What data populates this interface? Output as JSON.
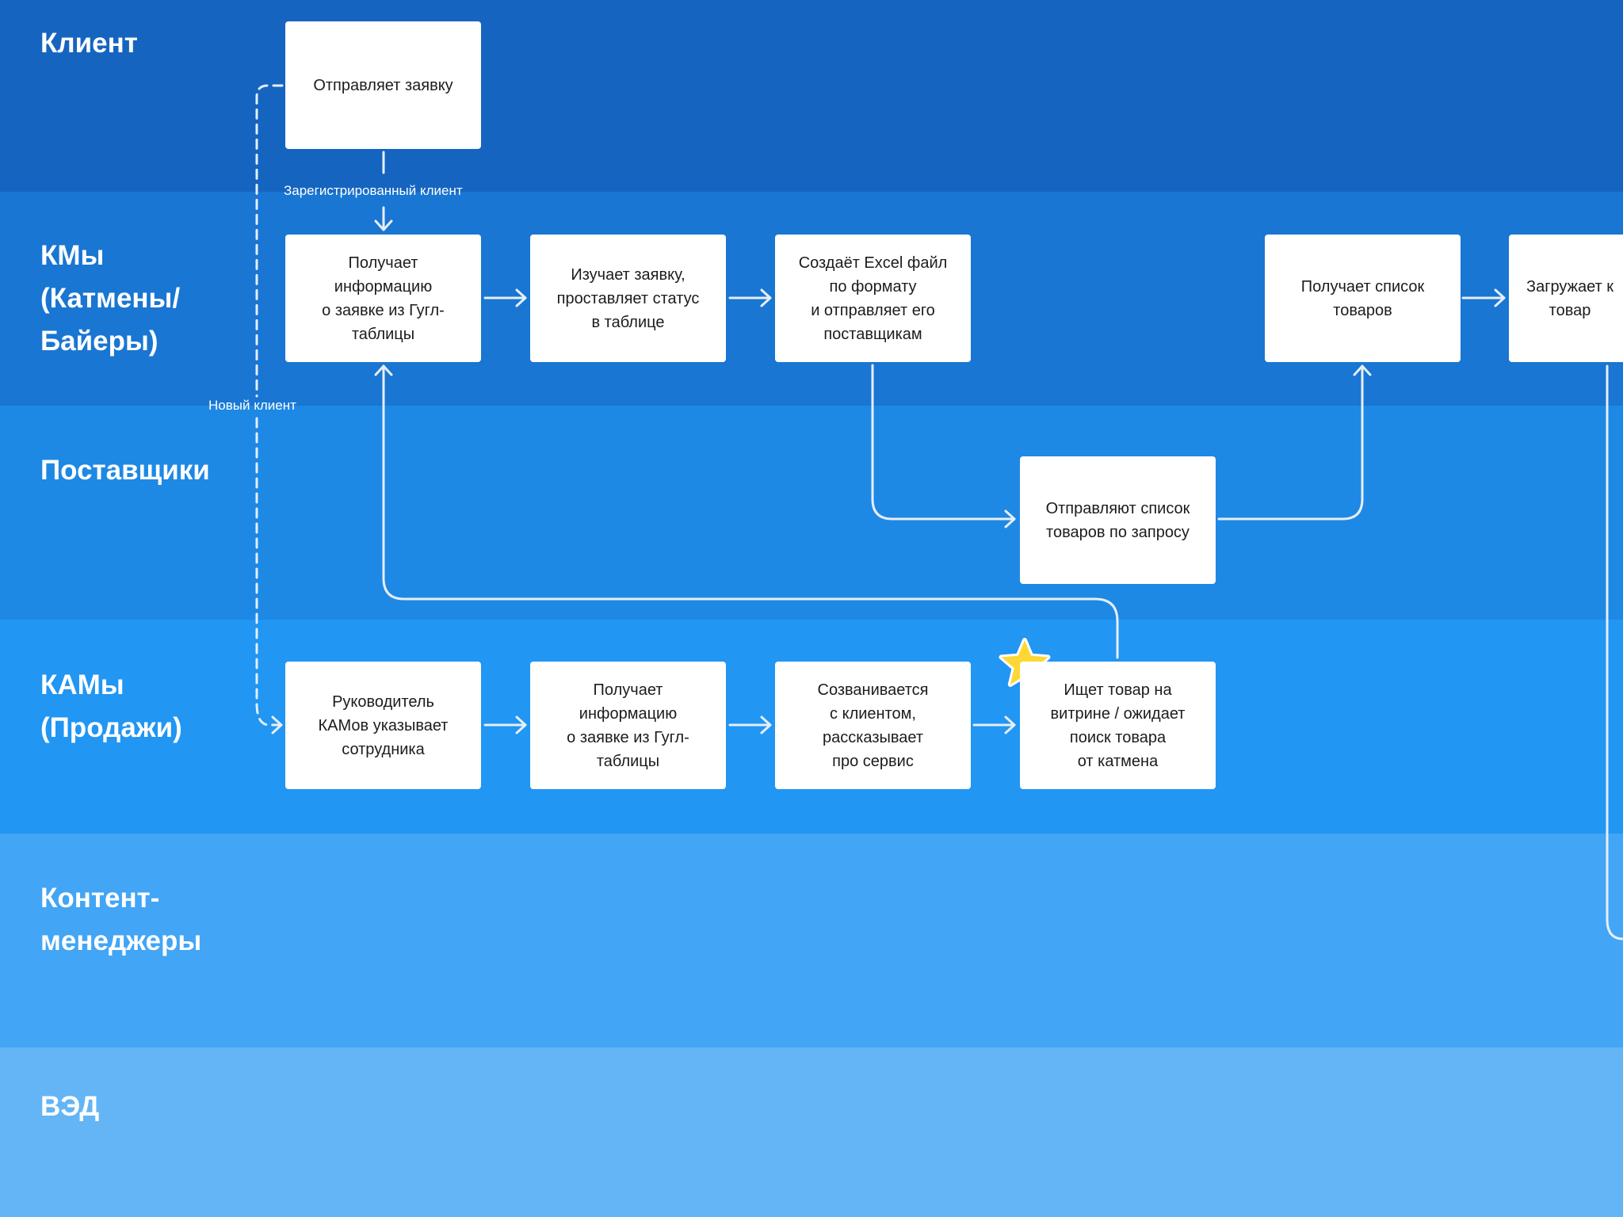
{
  "colors": {
    "lane_bg": [
      "#1565c0",
      "#1976d2",
      "#1e88e5",
      "#2196f3",
      "#42a5f5",
      "#64b5f6"
    ],
    "node_bg": "#ffffff",
    "edge": "#e6eef8",
    "star": "#fdd835"
  },
  "lanes": [
    {
      "title": "Клиент"
    },
    {
      "title": "КМы\n(Катмены/\nБайеры)"
    },
    {
      "title": "Поставщики"
    },
    {
      "title": "КАМы\n(Продажи)"
    },
    {
      "title": "Контент-\nменеджеры"
    },
    {
      "title": "ВЭД"
    }
  ],
  "nodes": {
    "send_request": {
      "label": "Отправляет заявку"
    },
    "km_receives_info": {
      "label": "Получает\nинформацию\nо заявке из Гугл-\nтаблицы"
    },
    "km_studies": {
      "label": "Изучает заявку,\nпроставляет статус\nв таблице"
    },
    "km_creates_excel": {
      "label": "Создаёт Excel файл\nпо формату\nи отправляет его\nпоставщикам"
    },
    "km_gets_list": {
      "label": "Получает список\nтоваров"
    },
    "km_uploads": {
      "label": "Загружает к\nтовар"
    },
    "suppliers_send": {
      "label": "Отправляют список\nтоваров по запросу"
    },
    "kam_head": {
      "label": "Руководитель\nКАМов указывает\nсотрудника"
    },
    "kam_receives_info": {
      "label": "Получает\nинформацию\nо заявке из Гугл-\nтаблицы"
    },
    "kam_calls": {
      "label": "Созванивается\nс клиентом,\nрассказывает\nпро сервис"
    },
    "kam_searches": {
      "label": "Ищет товар на\nвитрине / ожидает\nпоиск товара\nот катмена"
    }
  },
  "edge_labels": {
    "registered_client": "Зарегистрированный клиент",
    "new_client": "Новый клиент"
  },
  "markers": {
    "star": {
      "icon": "star-icon"
    }
  }
}
